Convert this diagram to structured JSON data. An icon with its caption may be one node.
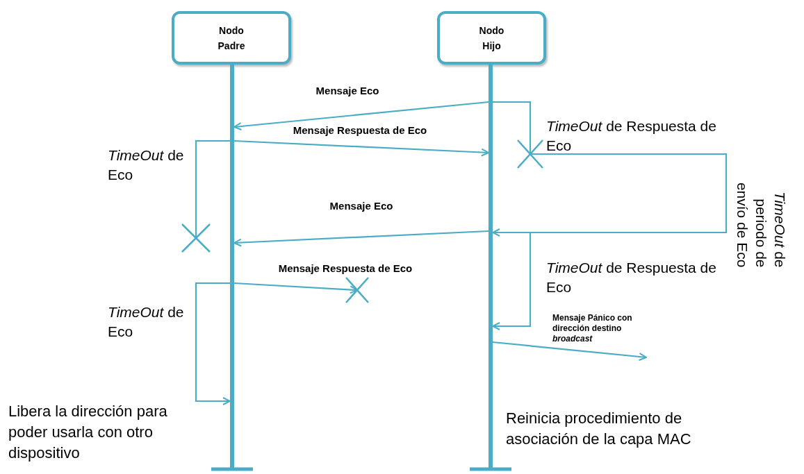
{
  "diagram": {
    "nodes": [
      {
        "text": [
          "Nodo Padre"
        ]
      },
      {
        "text": [
          "Nodo Hijo"
        ]
      },
      {
        "text": [],
        "shape": "bar"
      },
      {
        "text": [],
        "shape": "bar"
      },
      {
        "text": [],
        "shape": "cross"
      },
      {
        "text": [],
        "shape": "cross"
      },
      {
        "text": [],
        "shape": "cross"
      }
    ],
    "edges": [
      {
        "from": 3,
        "to": 2,
        "arrow": "to",
        "label": "Mensaje Eco"
      },
      {
        "from": 2,
        "to": 3,
        "arrow": "to",
        "label": "Mensaje Respuesta de Eco"
      },
      {
        "from": 3,
        "to": 4,
        "arrow": "none"
      },
      {
        "from": 2,
        "to": 5,
        "arrow": "none"
      },
      {
        "from": 4,
        "to": 3,
        "arrow": "to",
        "label": "*TimeOut* de periodo de envío de Eco"
      },
      {
        "from": 3,
        "to": 2,
        "arrow": "to",
        "label": "Mensaje Eco"
      },
      {
        "from": 3,
        "to": 3,
        "arrow": "to"
      },
      {
        "from": 2,
        "to": 6,
        "arrow": "to",
        "label": "Mensaje Respuesta de Eco"
      },
      {
        "from": 2,
        "to": 2,
        "arrow": "to"
      },
      {
        "from": 3,
        "to": null,
        "arrow": "to",
        "label": "Mensaje Pánico con dirección destino *broadcast*"
      }
    ],
    "labels": [
      "*TimeOut* de Respuesta de Eco",
      "*TimeOut* de Eco",
      "*TimeOut* de Respuesta de Eco",
      "*TimeOut* de Eco",
      "Libera la dirección para poder usarla con otro dispositivo",
      "Reinicia procedimiento de asociación de la capa MAC"
    ]
  }
}
